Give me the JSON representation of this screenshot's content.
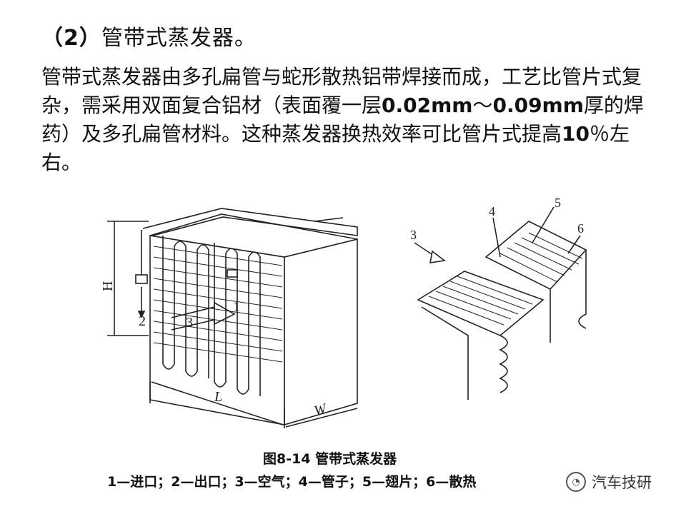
{
  "heading": {
    "num": "（2）",
    "text": "管带式蒸发器。"
  },
  "paragraph": {
    "part1": "管带式蒸发器由多孔扁管与蛇形散热铝带焊接而成，工艺比管片式复杂，需采用双面复合铝材（表面覆一层",
    "b1": "0.02mm",
    "tilde": "～",
    "b2": "0.09mm",
    "part2": "厚的焊药）及多孔扁管材料。这种蒸发器换热效率可比管片式提高",
    "b3": "10",
    "part3": "％左右。"
  },
  "figure": {
    "caption": "图8-14  管带式蒸发器",
    "legend": "1—进口；2—出口；3—空气；4—管子；5—翅片；6—散热",
    "left_labels": {
      "H": "H",
      "L": "L",
      "W": "W",
      "n1": "1",
      "n2": "2",
      "n3": "3"
    },
    "right_labels": {
      "n3": "3",
      "n4": "4",
      "n5": "5",
      "n6": "6"
    }
  },
  "watermark": {
    "text": "汽车技研",
    "icon": "wechat-icon"
  }
}
